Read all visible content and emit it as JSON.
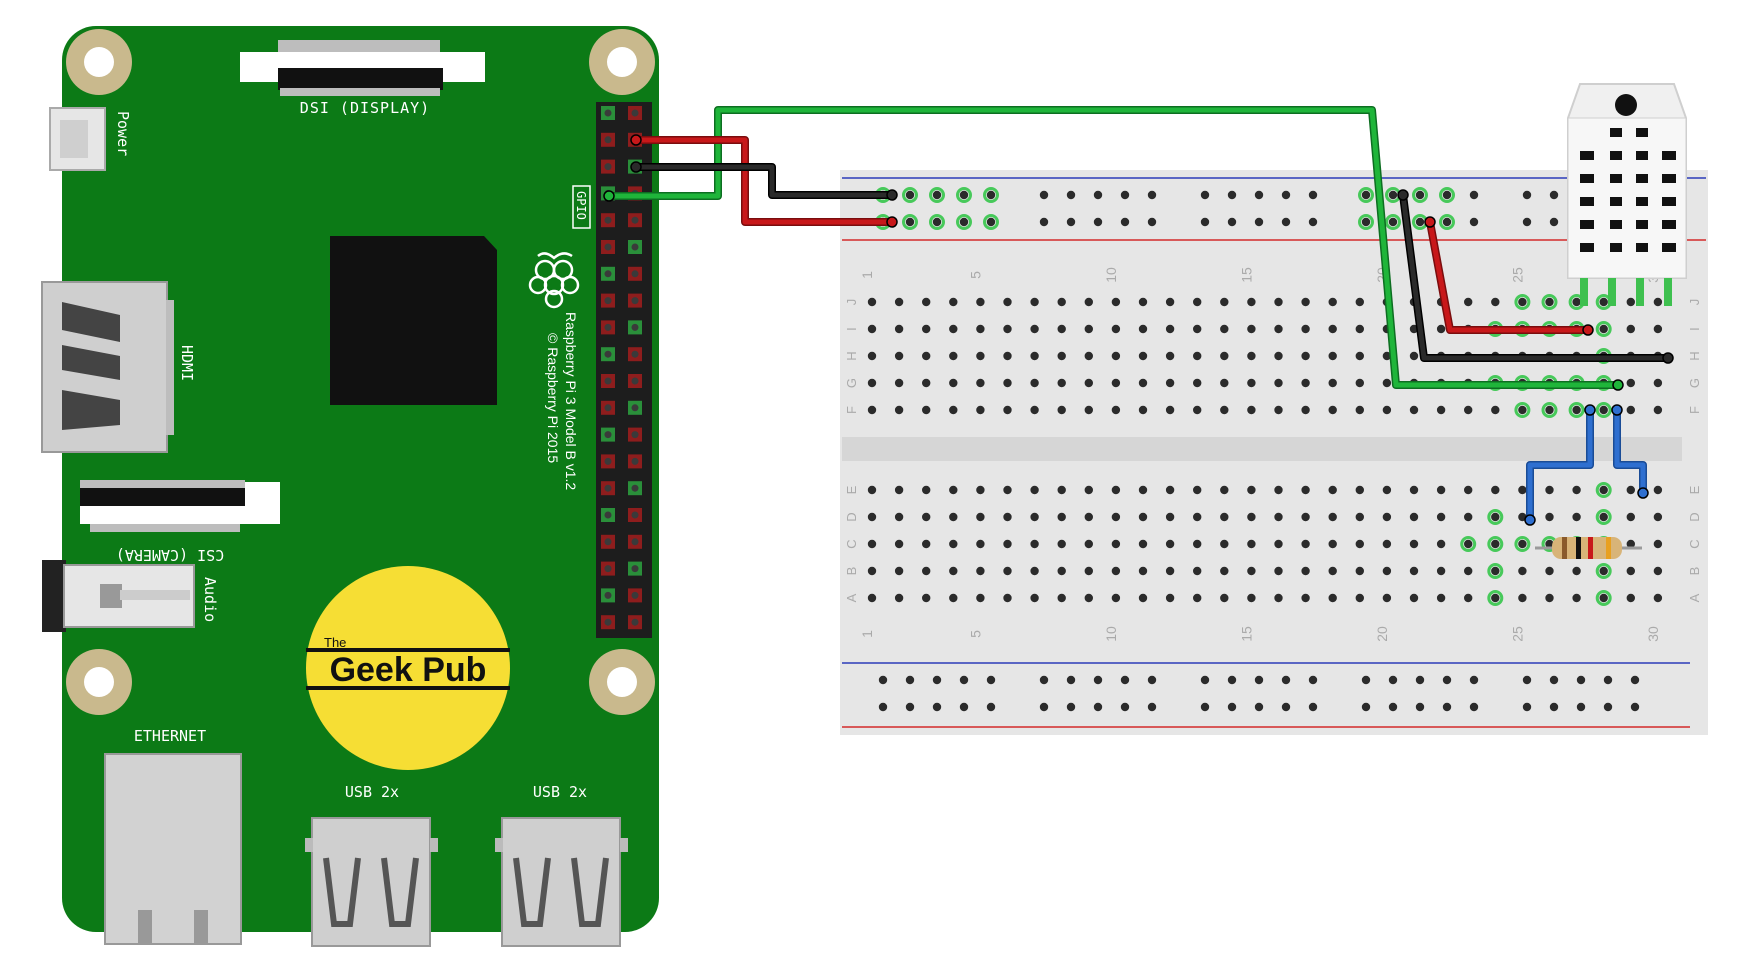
{
  "board": {
    "name": "Raspberry Pi 3 Model B v1.2",
    "copyright": "© Raspberry Pi 2015",
    "labels": {
      "dsi": "DSI (DISPLAY)",
      "power": "Power",
      "hdmi": "HDMI",
      "csi": "CSI (CAMERA)",
      "audio": "Audio",
      "ethernet": "ETHERNET",
      "usb1": "USB 2x",
      "usb2": "USB 2x",
      "gpio": "GPIO"
    }
  },
  "logo": {
    "small": "The",
    "main": "Geek Pub"
  },
  "breadboard": {
    "column_numbers": [
      "1",
      "5",
      "10",
      "15",
      "20",
      "25",
      "30"
    ],
    "rows_top": [
      "J",
      "I",
      "H",
      "G",
      "F"
    ],
    "rows_bottom": [
      "E",
      "D",
      "C",
      "B",
      "A"
    ]
  },
  "colors": {
    "pcb": "#0c7a16",
    "wire_green": "#1fb53a",
    "wire_red": "#c8181a",
    "wire_black": "#1a1a1a",
    "wire_blue": "#2e6fd0",
    "breadboard": "#e6e6e6",
    "logo_yellow": "#f6de34"
  }
}
